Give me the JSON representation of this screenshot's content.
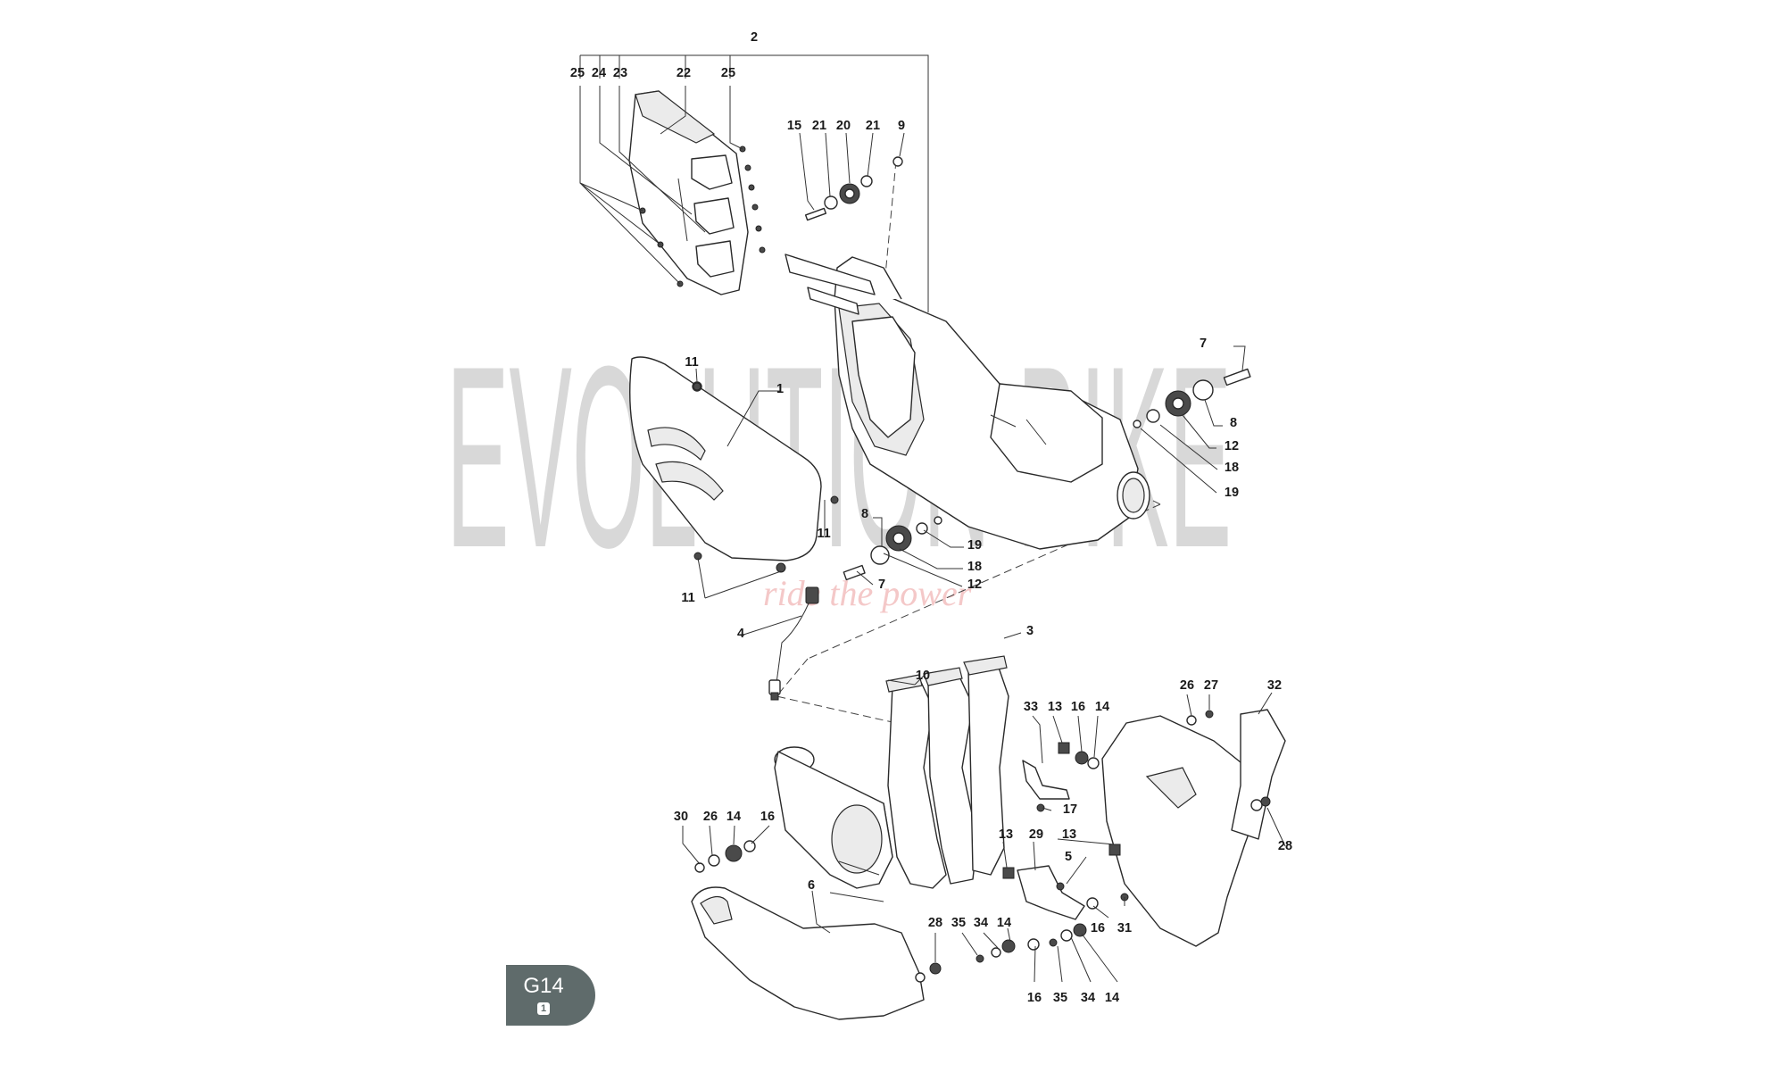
{
  "watermark": {
    "main": "EVOLUTION BIKE",
    "tagline": "ride the power"
  },
  "badge": {
    "code": "G14",
    "sub": "1"
  },
  "callouts": [
    "1",
    "2",
    "3",
    "4",
    "5",
    "6",
    "7",
    "8",
    "9",
    "10",
    "11",
    "12",
    "13",
    "14",
    "15",
    "16",
    "17",
    "18",
    "19",
    "20",
    "21",
    "22",
    "23",
    "24",
    "25",
    "26",
    "27",
    "28",
    "29",
    "30",
    "31",
    "32",
    "33",
    "34",
    "35"
  ]
}
